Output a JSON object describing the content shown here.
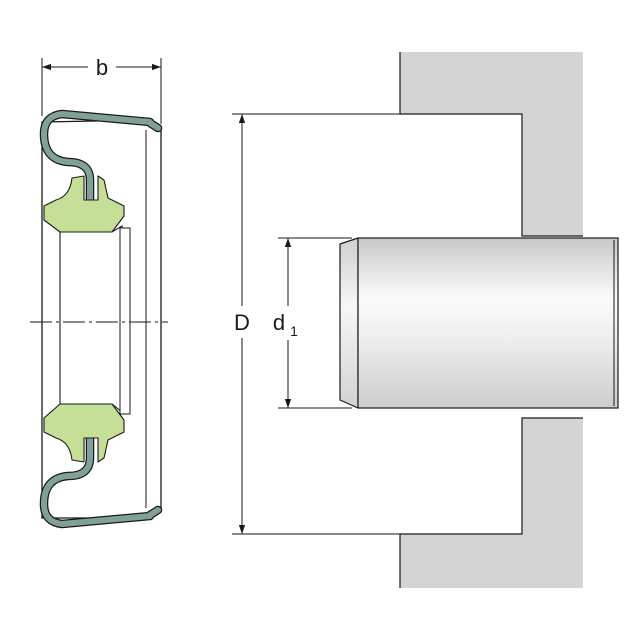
{
  "labels": {
    "width": "b",
    "outer_diameter": "D",
    "shaft_diameter_base": "d",
    "shaft_diameter_sub": "1"
  },
  "colors": {
    "metal_case": "#7fa19a",
    "rubber_lip": "#c6df96",
    "housing": "#d4d4d4",
    "line": "#1a1a1a"
  }
}
